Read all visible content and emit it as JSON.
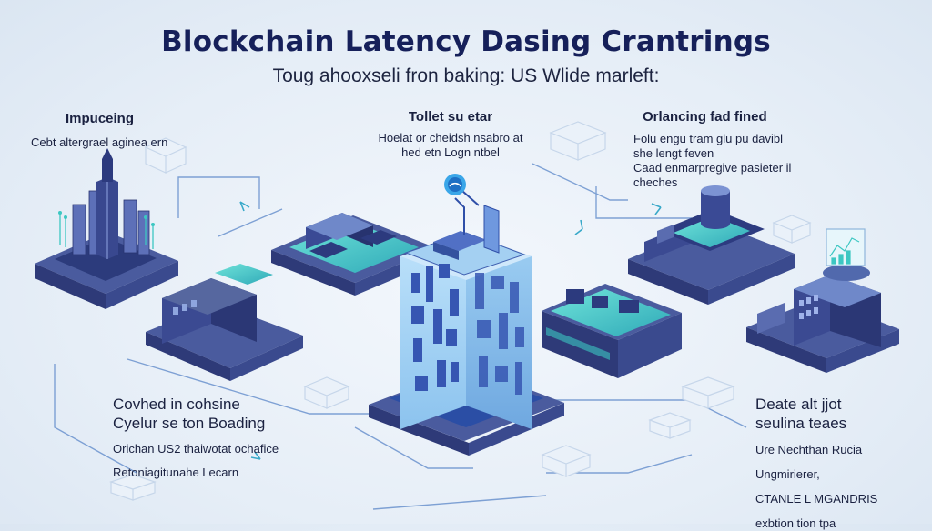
{
  "header": {
    "title": "Blockchain Latency Dasing Crantrings",
    "subtitle": "Toug ahooxseli fron baking: US Wlide marleft:"
  },
  "callouts": {
    "top_left": {
      "heading": "Impuceing",
      "lines": [
        "Cebt altergrael aginea ern"
      ]
    },
    "top_center": {
      "heading": "Tollet su etar",
      "lines": [
        "Hoelat or cheidsh nsabro at",
        "hed etn Logn ntbel"
      ]
    },
    "top_right": {
      "heading": "Orlancing fad fined",
      "lines": [
        "Folu engu tram glu pu davibl",
        "she lengt feven",
        "Caad enmarpregive pasieter il",
        "cheches"
      ]
    },
    "bottom_left": {
      "heading_lines": [
        "Covhed in cohsine",
        "Cyelur se ton Boading"
      ],
      "lines": [
        "Orichan US2 thaiwotat ochafice",
        "Retoniagitunahe Lecarn"
      ]
    },
    "bottom_right": {
      "heading_lines": [
        "Deate alt jjot",
        "seulina teaes"
      ],
      "lines": [
        "Ure Nechthan Rucia",
        "Ungmirierer,",
        "CTANLE L MGANDRIS",
        "exbtion tion tpa"
      ]
    }
  },
  "colors": {
    "title": "#16205a",
    "platform_top": "#4a5b9e",
    "platform_side": "#2e3a78",
    "accent_teal": "#3cc7c2",
    "tower_face": "#a9d6f5",
    "tower_dark": "#2f4fa8",
    "network_line": "#5a86c8"
  }
}
